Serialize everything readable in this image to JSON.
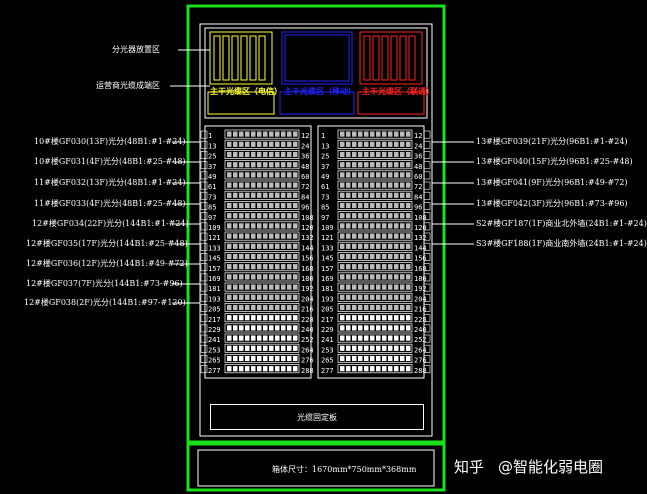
{
  "left_labels": [
    "分光器放置区",
    "运营商光缆成端区",
    "10#楼GF030(13F)光分(48B1:#1-#24)",
    "10#楼GF031(4F)光分(48B1:#25-#48)",
    "11#楼GF032(13F)光分(48B1:#1-#24)",
    "11#楼GF033(4F)光分(48B1:#25-#48)",
    "12#楼GF034(22F)光分(144B1:#1-#24)",
    "12#楼GF035(17F)光分(144B1:#25-#48)",
    "12#楼GF036(12F)光分(144B1:#49-#72)",
    "12#楼GF037(7F)光分(144B1:#73-#96)",
    "12#楼GF038(2F)光分(144B1:#97-#120)"
  ],
  "right_labels": [
    "13#楼GF039(21F)光分(96B1:#1-#24)",
    "13#楼GF040(15F)光分(96B1:#25-#48)",
    "13#楼GF041(9F)光分(96B1:#49-#72)",
    "13#楼GF042(3F)光分(96B1:#73-#96)",
    "S2#楼GF187(1F)商业北外墙(24B1:#1-#24)",
    "S3#楼GF188(1F)商业南外墙(24B1:#1-#24)"
  ],
  "zones": {
    "yellow": "主干光缆区（电信）",
    "blue": "主干光缆区（移动）",
    "red": "主干光缆区（联通）"
  },
  "port_numbers_left_col": [
    "1",
    "13",
    "25",
    "37",
    "49",
    "61",
    "73",
    "85",
    "97",
    "109",
    "121",
    "133",
    "145",
    "157",
    "169",
    "181",
    "193",
    "205",
    "217",
    "229",
    "241",
    "253",
    "265",
    "277"
  ],
  "port_numbers_right_col": [
    "12",
    "24",
    "36",
    "48",
    "60",
    "72",
    "84",
    "96",
    "108",
    "120",
    "132",
    "144",
    "156",
    "168",
    "180",
    "192",
    "204",
    "216",
    "228",
    "240",
    "252",
    "264",
    "276",
    "288"
  ],
  "fixplate": "光缆固定板",
  "dimensions": "箱体尺寸：1670mm*750mm*368mm",
  "watermark_left": "知乎",
  "watermark_right": "@智能化弱电圈",
  "colors": {
    "frame": "#19e019",
    "yellow": "#ffff33",
    "blue": "#2222ff",
    "red": "#ff2222",
    "text": "#ffffff"
  }
}
